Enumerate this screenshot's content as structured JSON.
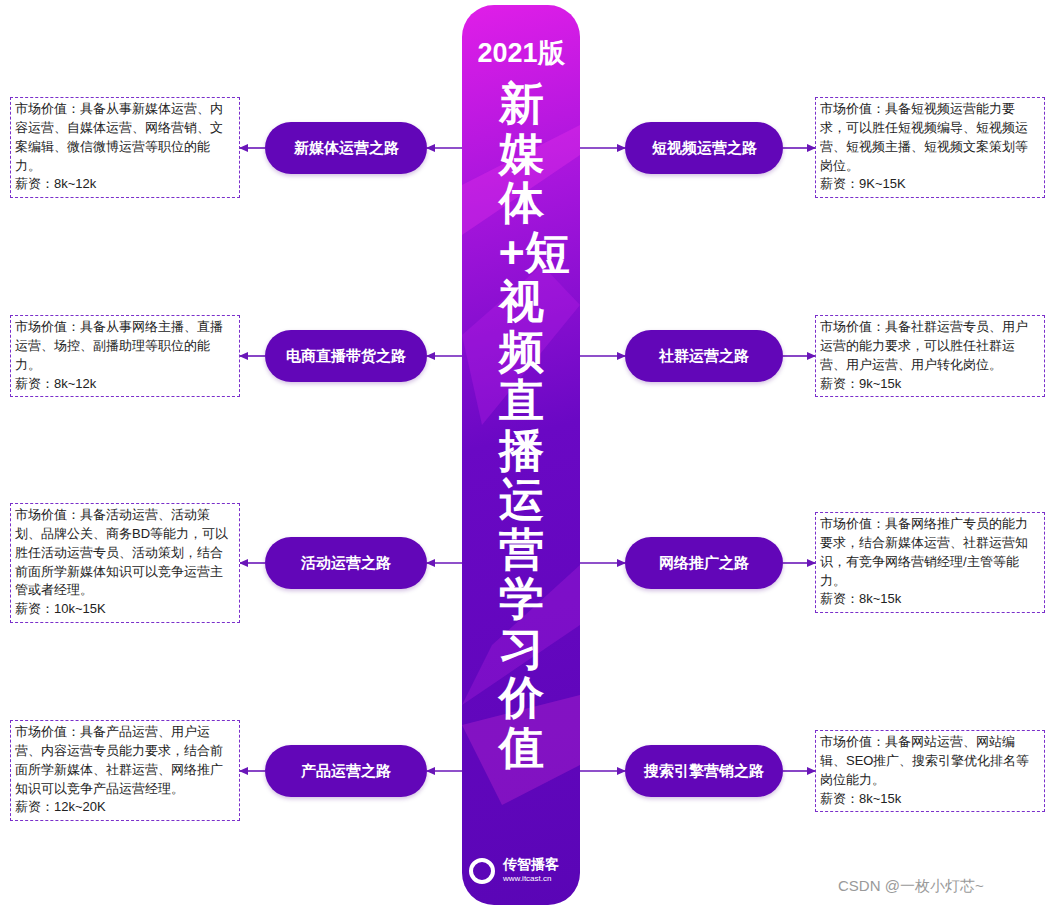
{
  "diagram": {
    "nodes": [
      {
        "text": [
          "2021版",
          "新媒体+短视频直播运营学习价值"
        ]
      },
      {
        "text": [
          "新媒体运营之路"
        ]
      },
      {
        "text": [
          "短视频运营之路"
        ]
      },
      {
        "text": [
          "电商直播带货之路"
        ]
      },
      {
        "text": [
          "社群运营之路"
        ]
      },
      {
        "text": [
          "活动运营之路"
        ]
      },
      {
        "text": [
          "网络推广之路"
        ]
      },
      {
        "text": [
          "产品运营之路"
        ]
      },
      {
        "text": [
          "搜索引擎营销之路"
        ]
      },
      {
        "text": [
          "市场价值：具备从事新媒体运营、内容运营、自媒体运营、网络营销、文案编辑、微信微博运营等职位的能力。",
          "薪资：8k~12k"
        ]
      },
      {
        "text": [
          "市场价值：具备短视频运营能力要求，可以胜任短视频编导、短视频运营、短视频主播、短视频文案策划等岗位。",
          "薪资：9K~15K"
        ]
      },
      {
        "text": [
          "市场价值：具备从事网络主播、直播运营、场控、副播助理等职位的能力。",
          "薪资：8k~12k"
        ]
      },
      {
        "text": [
          "市场价值：具备社群运营专员、用户运营的能力要求，可以胜任社群运营、用户运营、用户转化岗位。",
          "薪资：9k~15k"
        ]
      },
      {
        "text": [
          "市场价值：具备活动运营、活动策划、品牌公关、商务BD等能力，可以胜任活动运营专员、活动策划，结合前面所学新媒体知识可以竞争运营主管或者经理。",
          "薪资：10k~15K"
        ]
      },
      {
        "text": [
          "市场价值：具备网络推广专员的能力要求，结合新媒体运营、社群运营知识，有竞争网络营销经理/主管等能力。",
          "薪资：8k~15k"
        ]
      },
      {
        "text": [
          "市场价值：具备产品运营、用户运营、内容运营专员能力要求，结合前面所学新媒体、社群运营、网络推广知识可以竞争产品运营经理。",
          "薪资：12k~20K"
        ]
      },
      {
        "text": [
          "市场价值：具备网站运营、网站编辑、SEO推广、搜索引擎优化排名等岗位能力。",
          "薪资：8k~15k"
        ]
      }
    ],
    "edges": [
      {
        "from": 0,
        "to": 1,
        "arrow": "to"
      },
      {
        "from": 0,
        "to": 2,
        "arrow": "to"
      },
      {
        "from": 0,
        "to": 3,
        "arrow": "to"
      },
      {
        "from": 0,
        "to": 4,
        "arrow": "to"
      },
      {
        "from": 0,
        "to": 5,
        "arrow": "to"
      },
      {
        "from": 0,
        "to": 6,
        "arrow": "to"
      },
      {
        "from": 0,
        "to": 7,
        "arrow": "to"
      },
      {
        "from": 0,
        "to": 8,
        "arrow": "to"
      },
      {
        "from": 1,
        "to": 9,
        "arrow": "to"
      },
      {
        "from": 2,
        "to": 10,
        "arrow": "to"
      },
      {
        "from": 3,
        "to": 11,
        "arrow": "to"
      },
      {
        "from": 4,
        "to": 12,
        "arrow": "to"
      },
      {
        "from": 5,
        "to": 13,
        "arrow": "to"
      },
      {
        "from": 6,
        "to": 14,
        "arrow": "to"
      },
      {
        "from": 7,
        "to": 15,
        "arrow": "to"
      },
      {
        "from": 8,
        "to": 16,
        "arrow": "to"
      }
    ],
    "labels": [
      "传智播客",
      "www.itcast.cn",
      "CSDN @一枚小灯芯~"
    ]
  }
}
